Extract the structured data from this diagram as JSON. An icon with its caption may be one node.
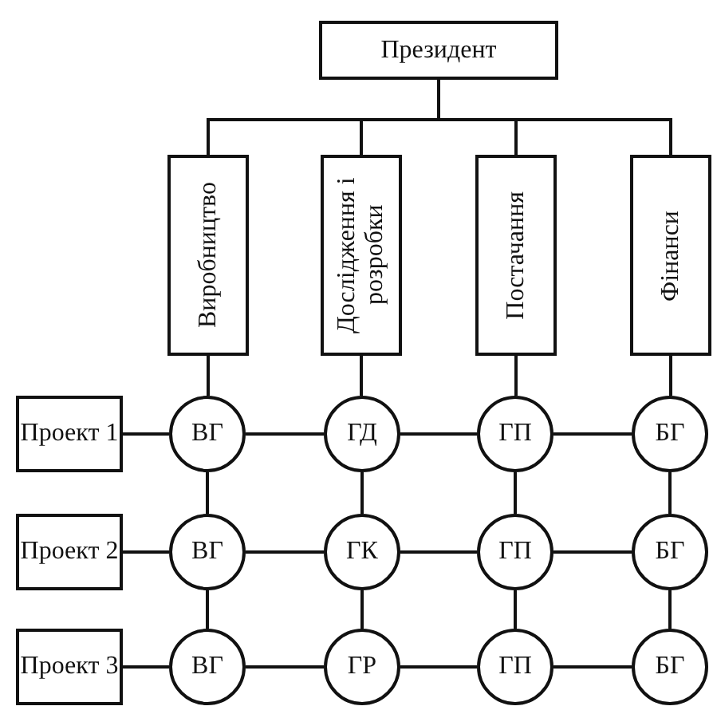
{
  "diagram": {
    "nodes": [
      {
        "text": [
          "Президент"
        ]
      },
      {
        "text": [
          "Виробництво"
        ]
      },
      {
        "text": [
          "Дослідження і розробки"
        ]
      },
      {
        "text": [
          "Постачання"
        ]
      },
      {
        "text": [
          "Фінанси"
        ]
      },
      {
        "text": [
          "Проект 1"
        ]
      },
      {
        "text": [
          "ВГ"
        ]
      },
      {
        "text": [
          "ГД"
        ]
      },
      {
        "text": [
          "ГП"
        ]
      },
      {
        "text": [
          "БГ"
        ]
      },
      {
        "text": [
          "Проект 2"
        ]
      },
      {
        "text": [
          "ВГ"
        ]
      },
      {
        "text": [
          "ГК"
        ]
      },
      {
        "text": [
          "ГП"
        ]
      },
      {
        "text": [
          "БГ"
        ]
      },
      {
        "text": [
          "Проект 3"
        ]
      },
      {
        "text": [
          "ВГ"
        ]
      },
      {
        "text": [
          "ГР"
        ]
      },
      {
        "text": [
          "ГП"
        ]
      },
      {
        "text": [
          "БГ"
        ]
      }
    ],
    "edges": [
      {
        "from": 0,
        "to": 1,
        "arrow": "none"
      },
      {
        "from": 0,
        "to": 2,
        "arrow": "none"
      },
      {
        "from": 0,
        "to": 3,
        "arrow": "none"
      },
      {
        "from": 0,
        "to": 4,
        "arrow": "none"
      },
      {
        "from": 1,
        "to": 6,
        "arrow": "none"
      },
      {
        "from": 2,
        "to": 7,
        "arrow": "none"
      },
      {
        "from": 3,
        "to": 8,
        "arrow": "none"
      },
      {
        "from": 4,
        "to": 9,
        "arrow": "none"
      },
      {
        "from": 6,
        "to": 11,
        "arrow": "none"
      },
      {
        "from": 7,
        "to": 12,
        "arrow": "none"
      },
      {
        "from": 8,
        "to": 13,
        "arrow": "none"
      },
      {
        "from": 9,
        "to": 14,
        "arrow": "none"
      },
      {
        "from": 11,
        "to": 16,
        "arrow": "none"
      },
      {
        "from": 12,
        "to": 17,
        "arrow": "none"
      },
      {
        "from": 13,
        "to": 18,
        "arrow": "none"
      },
      {
        "from": 14,
        "to": 19,
        "arrow": "none"
      },
      {
        "from": 5,
        "to": 6,
        "arrow": "none"
      },
      {
        "from": 6,
        "to": 7,
        "arrow": "none"
      },
      {
        "from": 7,
        "to": 8,
        "arrow": "none"
      },
      {
        "from": 8,
        "to": 9,
        "arrow": "none"
      },
      {
        "from": 10,
        "to": 11,
        "arrow": "none"
      },
      {
        "from": 11,
        "to": 12,
        "arrow": "none"
      },
      {
        "from": 12,
        "to": 13,
        "arrow": "none"
      },
      {
        "from": 13,
        "to": 14,
        "arrow": "none"
      },
      {
        "from": 15,
        "to": 16,
        "arrow": "none"
      },
      {
        "from": 16,
        "to": 17,
        "arrow": "none"
      },
      {
        "from": 17,
        "to": 18,
        "arrow": "none"
      },
      {
        "from": 18,
        "to": 19,
        "arrow": "none"
      }
    ]
  }
}
